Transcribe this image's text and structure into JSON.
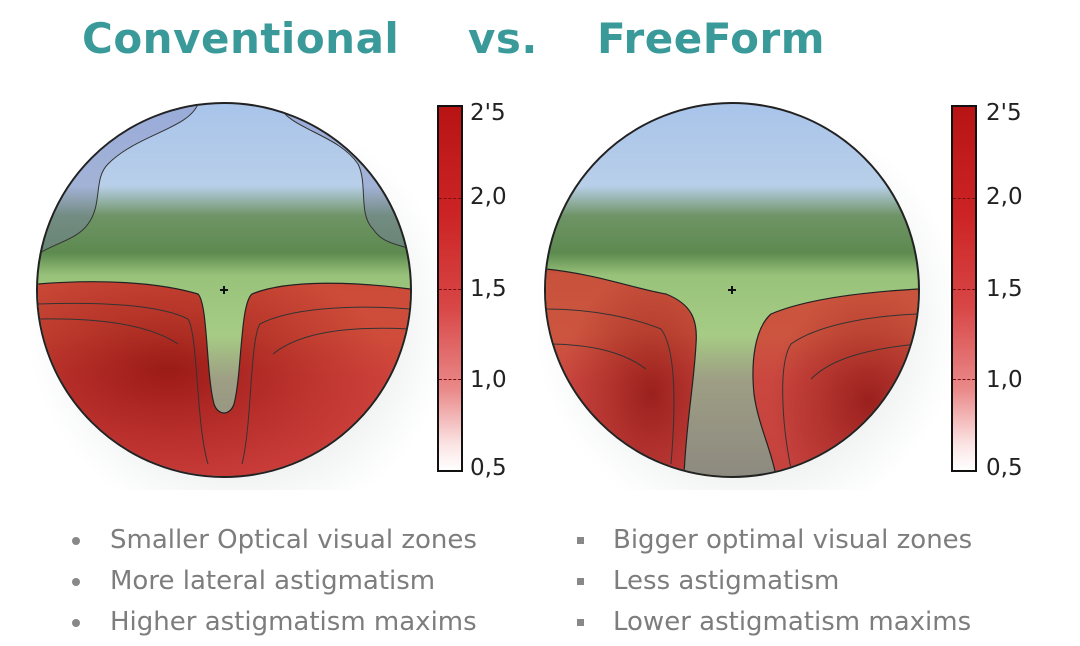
{
  "header": {
    "left_title": "Conventional",
    "separator": "vs.",
    "right_title": "FreeForm",
    "title_color": "#3a9a9a"
  },
  "panels": [
    {
      "name": "Conventional",
      "scale_labels": [
        "2'5",
        "2,0",
        "1,5",
        "1,0",
        "0,5"
      ],
      "bullets": [
        "Smaller Optical visual zones",
        "More lateral astigmatism",
        "Higher astigmatism maxims"
      ]
    },
    {
      "name": "FreeForm",
      "scale_labels": [
        "2'5",
        "2,0",
        "1,5",
        "1,0",
        "0,5"
      ],
      "bullets": [
        "Bigger optimal visual zones",
        "Less astigmatism",
        "Lower astigmatism maxims"
      ]
    }
  ],
  "colors": {
    "scale_max": "#b81414",
    "scale_min": "#ffffff",
    "bullet_text": "#7d7d7d"
  },
  "chart_data": [
    {
      "type": "heatmap",
      "title": "Conventional",
      "colorbar": {
        "min": 0.5,
        "max": 2.5,
        "ticks": [
          0.5,
          1.0,
          1.5,
          2.0,
          2.5
        ],
        "tick_labels": [
          "0,5",
          "1,0",
          "1,5",
          "2,0",
          "2'5"
        ]
      },
      "description": "Lens astigmatism map over golf-course scene; narrow central corridor, strong red lateral zones in lower half, extra astigmatism zones in upper corners"
    },
    {
      "type": "heatmap",
      "title": "FreeForm",
      "colorbar": {
        "min": 0.5,
        "max": 2.5,
        "ticks": [
          0.5,
          1.0,
          1.5,
          2.0,
          2.5
        ],
        "tick_labels": [
          "0,5",
          "1,0",
          "1,5",
          "2,0",
          "2'5"
        ]
      },
      "description": "Lens astigmatism map over golf-course scene; wider central corridor, lateral red zones only in lower half, clear upper area"
    }
  ]
}
